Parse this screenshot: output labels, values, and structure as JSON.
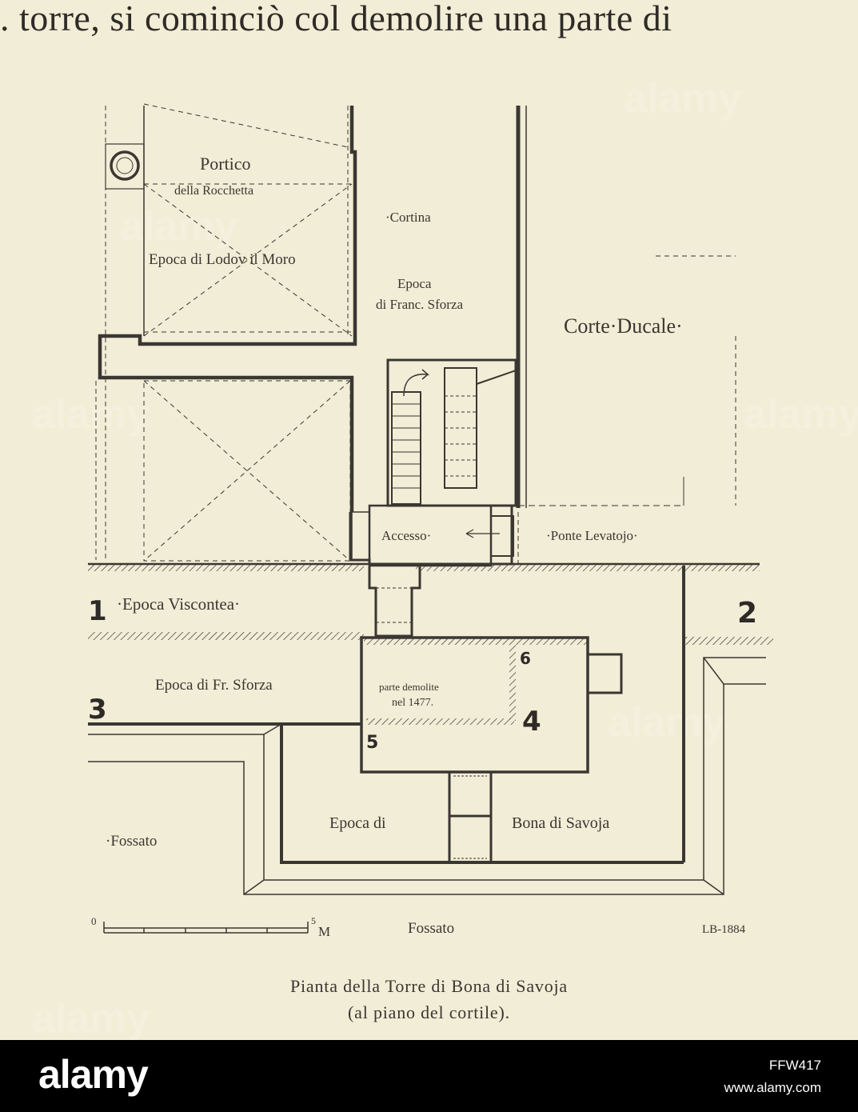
{
  "page": {
    "top_text": ". torre, si cominciò col demolire una parte di",
    "caption_line1": "Pianta della Torre di Bona di Savoja",
    "caption_line2": "(al piano del cortile)."
  },
  "plan": {
    "labels": {
      "portico": "Portico",
      "rocchetta": "della Rocchetta",
      "epoca_lodov": "Epoca di Lodov il Moro",
      "cortina": "·Cortina",
      "epoca_franc": "Epoca",
      "epoca_franc2": "di Franc. Sforza",
      "corte_ducale": "Corte·Ducale·",
      "accesso": "Accesso·",
      "ponte": "·Ponte Levatojo·",
      "epoca_viscontea": "·Epoca Viscontea·",
      "epoca_fr_sforza": "Epoca di Fr. Sforza",
      "parte_demolite": "parte demolite",
      "nel_1477": "nel 1477.",
      "epoca_di": "Epoca di",
      "bona": "Bona di Savoja",
      "fossato_left": "·Fossato",
      "fossato_bottom": "Fossato",
      "signature": "LB-1884",
      "scale_zero": "0",
      "scale_five": "5",
      "scale_unit": "M"
    },
    "section_numbers": [
      "1",
      "2",
      "3",
      "4",
      "5",
      "6"
    ]
  },
  "watermark": {
    "text": "alamy"
  },
  "footer": {
    "brand": "alamy",
    "image_id": "FFW417",
    "url": "www.alamy.com"
  },
  "colors": {
    "paper": "#f1edd6",
    "ink": "#2b2926",
    "footer_bg": "#000000",
    "footer_text": "#ffffff"
  }
}
